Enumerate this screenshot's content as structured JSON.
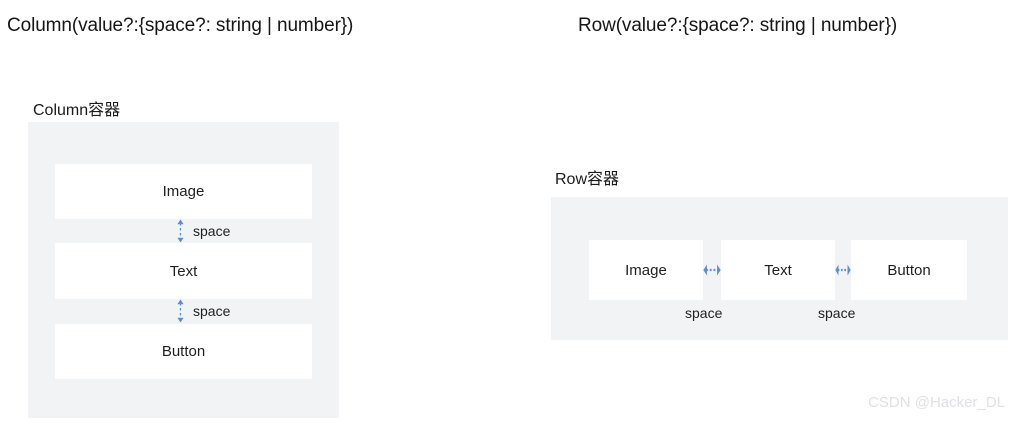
{
  "signatures": {
    "column": "Column(value?:{space?: string | number})",
    "row": "Row(value?:{space?: string | number})"
  },
  "column_panel": {
    "title": "Column容器",
    "container_color": "#f2f3f5",
    "item_color": "#ffffff",
    "items": [
      {
        "label": "Image"
      },
      {
        "label": "Text"
      },
      {
        "label": "Button"
      }
    ],
    "gaps": [
      {
        "label": "space",
        "arrow": "double-arrow-vertical-icon"
      },
      {
        "label": "space",
        "arrow": "double-arrow-vertical-icon"
      }
    ]
  },
  "row_panel": {
    "title": "Row容器",
    "container_color": "#f2f3f5",
    "item_color": "#ffffff",
    "items": [
      {
        "label": "Image"
      },
      {
        "label": "Text"
      },
      {
        "label": "Button"
      }
    ],
    "gaps": [
      {
        "label": "space",
        "arrow": "double-arrow-horizontal-icon"
      },
      {
        "label": "space",
        "arrow": "double-arrow-horizontal-icon"
      }
    ]
  },
  "watermark": {
    "text": "CSDN @Hacker_DL",
    "color": "#dfe1e4"
  },
  "accent": {
    "arrow_color": "#5b8dd9"
  }
}
